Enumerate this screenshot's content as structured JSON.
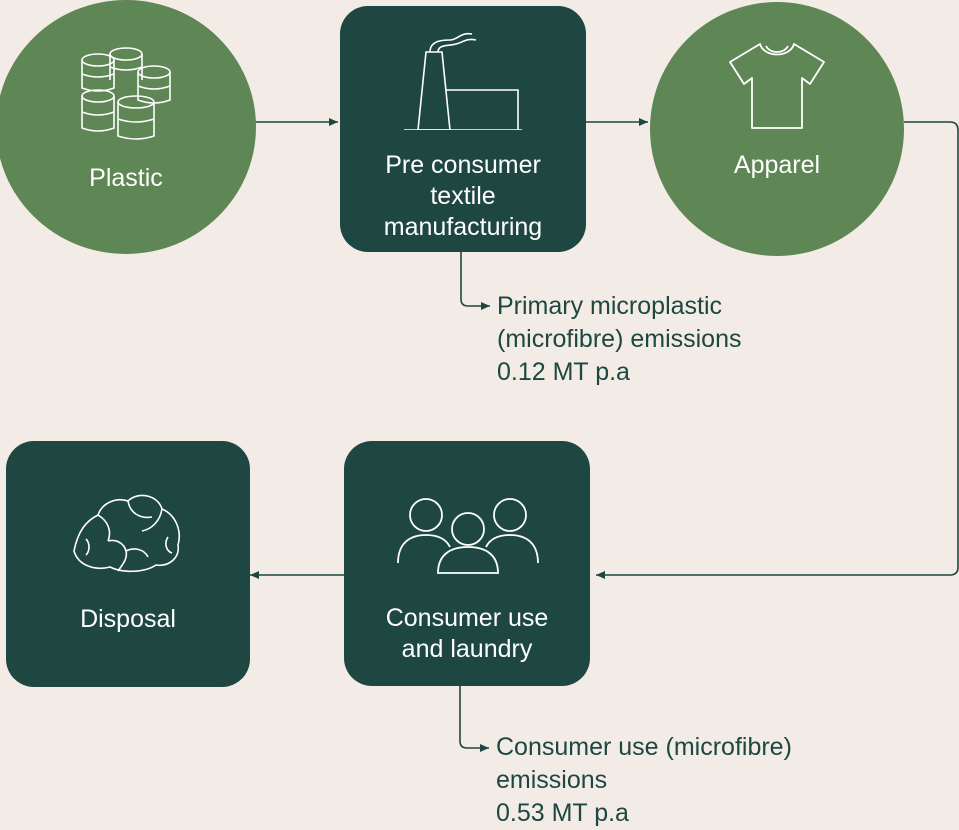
{
  "colors": {
    "background": "#f3ece6",
    "circle_fill": "#5f8655",
    "box_fill": "#1d4740",
    "line": "#1d4740"
  },
  "nodes": {
    "plastic": {
      "label": "Plastic",
      "icon": "barrels-icon"
    },
    "manufacturing": {
      "label_line1": "Pre consumer",
      "label_line2": "textile",
      "label_line3": "manufacturing",
      "icon": "factory-icon"
    },
    "apparel": {
      "label": "Apparel",
      "icon": "tshirt-icon"
    },
    "consumer_use": {
      "label_line1": "Consumer use",
      "label_line2": "and laundry",
      "icon": "people-icon"
    },
    "disposal": {
      "label": "Disposal",
      "icon": "waste-pile-icon"
    }
  },
  "notes": {
    "primary": {
      "line1": "Primary microplastic",
      "line2": "(microfibre) emissions",
      "line3": "0.12 MT p.a"
    },
    "consumer": {
      "line1": "Consumer use (microfibre)",
      "line2": "emissions",
      "line3": "0.53 MT p.a"
    }
  }
}
